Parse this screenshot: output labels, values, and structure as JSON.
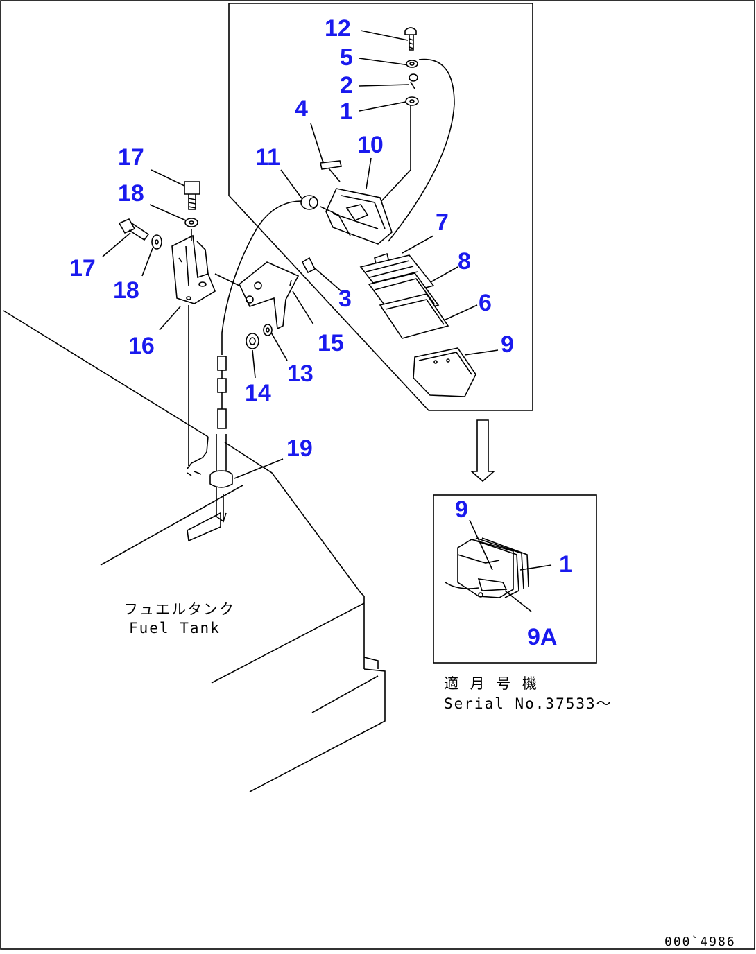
{
  "callouts": {
    "c12": "12",
    "c5": "5",
    "c2": "2",
    "c1": "1",
    "c4": "4",
    "c10": "10",
    "c11": "11",
    "c17a": "17",
    "c18a": "18",
    "c17b": "17",
    "c18b": "18",
    "c16": "16",
    "c7": "7",
    "c8": "8",
    "c3": "3",
    "c6": "6",
    "c15": "15",
    "c9": "9",
    "c13": "13",
    "c14": "14",
    "c19": "19",
    "inset_9": "9",
    "inset_1": "1",
    "inset_9a": "9A"
  },
  "notes": {
    "fuel_tank_jp": "フュエルタンク",
    "fuel_tank_en": "Fuel Tank",
    "serial_jp": "適 月 号 機",
    "serial_en": "Serial No.37533～",
    "drawing_code": "000`4986"
  },
  "colors": {
    "callout": "#1a1aee",
    "line": "#000000",
    "background": "#ffffff"
  }
}
